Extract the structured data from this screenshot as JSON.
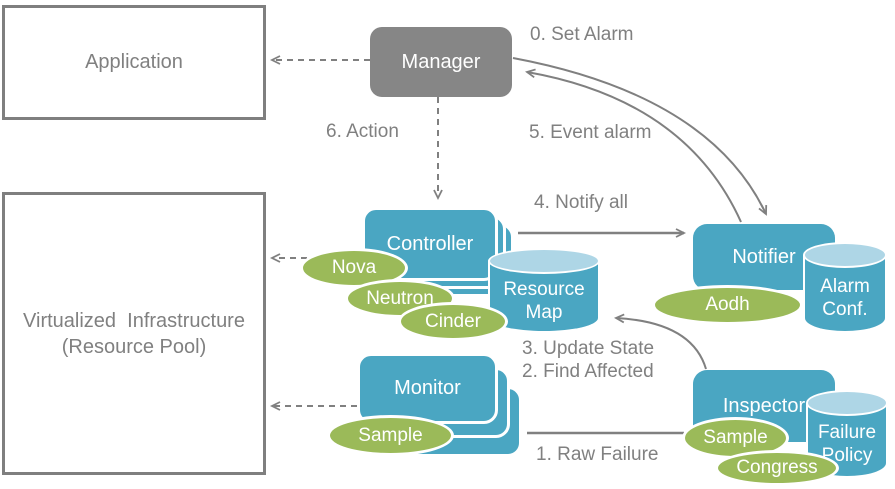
{
  "boxes": {
    "application": "Application",
    "virtualized_infrastructure_line1": "Virtualized  Infrastructure",
    "virtualized_infrastructure_line2": "(Resource Pool)",
    "manager": "Manager",
    "controller": "Controller",
    "monitor": "Monitor",
    "notifier": "Notifier",
    "inspector": "Inspector"
  },
  "cylinders": {
    "resource_map_line1": "Resource",
    "resource_map_line2": "Map",
    "alarm_conf_line1": "Alarm",
    "alarm_conf_line2": "Conf.",
    "failure_policy_line1": "Failure",
    "failure_policy_line2": "Policy"
  },
  "ellipses": {
    "nova": "Nova",
    "neutron": "Neutron",
    "cinder": "Cinder",
    "aodh": "Aodh",
    "sample_monitor": "Sample",
    "sample_inspector": "Sample",
    "congress": "Congress"
  },
  "steps": {
    "set_alarm": "0. Set Alarm",
    "raw_failure": "1. Raw Failure",
    "find_affected": "2. Find Affected",
    "update_state": "3. Update State",
    "notify_all": "4. Notify all",
    "event_alarm": "5. Event alarm",
    "action": "6. Action"
  },
  "colors": {
    "node_blue": "#4AA6C2",
    "cylinder_top_blue": "#AED6E6",
    "ellipse_green": "#9BBA59",
    "manager_gray": "#868686",
    "line_gray": "#808080",
    "text_gray": "#808080",
    "background": "#ffffff"
  }
}
